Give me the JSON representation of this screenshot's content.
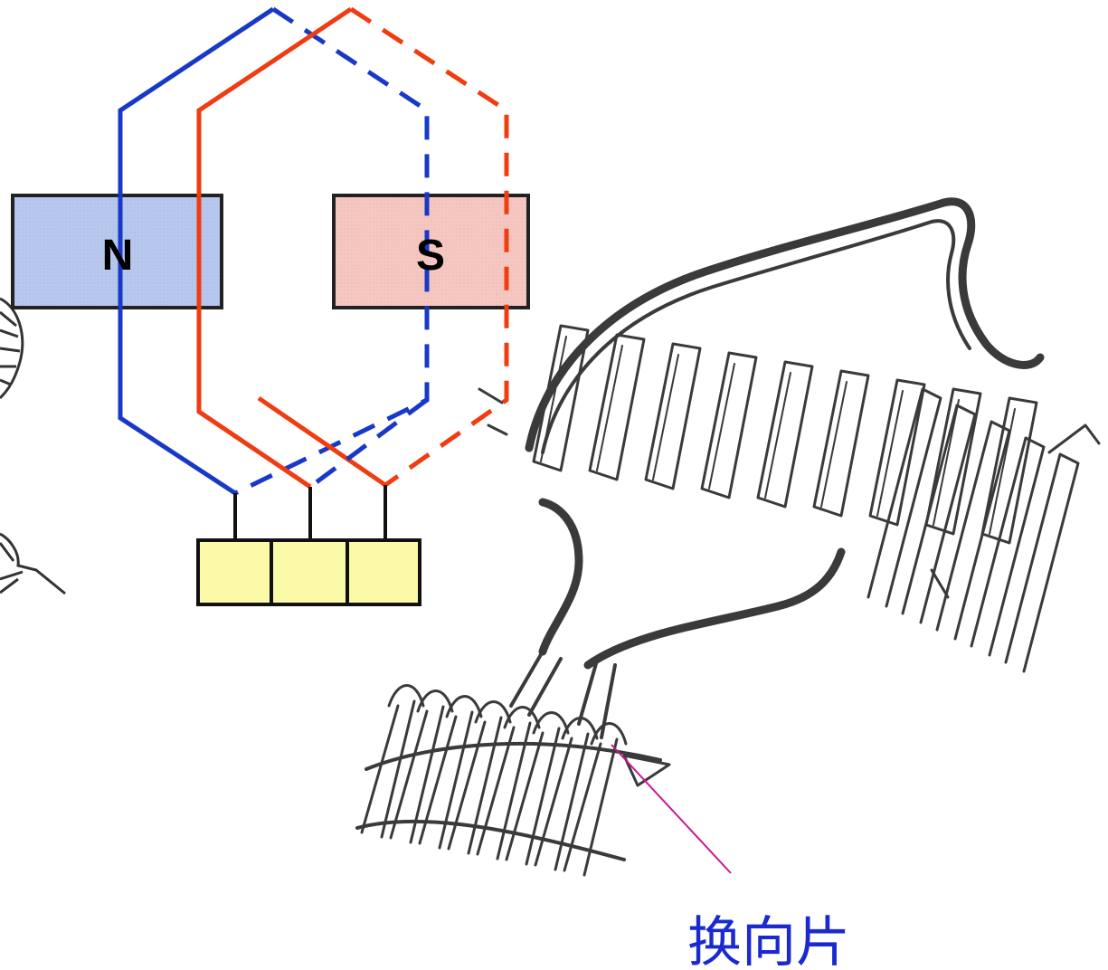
{
  "magnets": {
    "north": {
      "label": "N",
      "fill": "#b7c7ee",
      "stroke": "#222222"
    },
    "south": {
      "label": "S",
      "fill": "#f5c7c0",
      "stroke": "#222222"
    }
  },
  "coils": {
    "blue_color": "#1838c8",
    "red_color": "#f03c10"
  },
  "commutator_box": {
    "fill": "#fafaa8",
    "segments": 3
  },
  "annotation": {
    "label": "换向片",
    "label_color": "#1a2ad0",
    "pointer_color": "#c81890"
  },
  "sketch": {
    "color": "#3a3a3a"
  }
}
